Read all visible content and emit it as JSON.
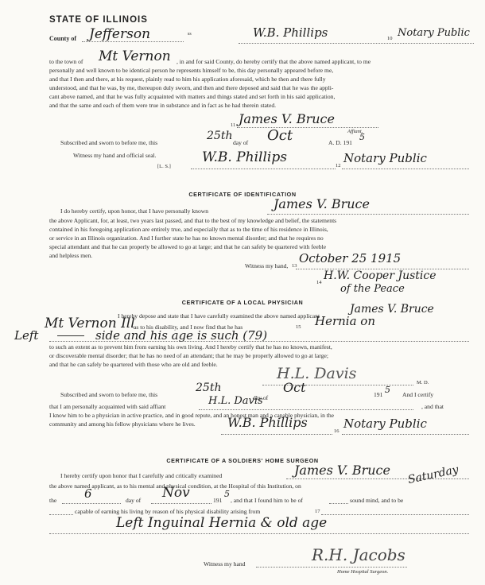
{
  "header": {
    "state": "STATE OF ILLINOIS",
    "county_label": "County of",
    "county_hw": "Jefferson",
    "ss": "ss",
    "notary_name_hw": "W.B. Phillips",
    "num10": "10",
    "notary_title_hw": "Notary Public"
  },
  "affidavit": {
    "line1_pre": "to the town of",
    "town_hw": "Mt Vernon",
    "line1_post": ", in and for said County, do hereby certify that the above named applicant, to me",
    "line2": "personally and well known to be identical person he represents himself to be, this day personally appeared before me,",
    "line3": "and that I then and there, at his request, plainly read to him his application aforesaid, which he then and there fully",
    "line4": "understood, and that he was, by me, thereupon duly sworn, and then and there deposed and said that he was the appli-",
    "line5": "cant above named, and that he was fully acquainted with matters and things stated and set forth in his said application,",
    "line6": "and that the same and each of them were true in substance and in fact as he had therein stated.",
    "num11": "11",
    "affiant_hw": "James V. Bruce",
    "affiant_label": "Affiant.",
    "sworn_pre": "Subscribed and sworn to before me, this",
    "day_hw": "25th",
    "day_of": "day of",
    "month_hw": "Oct",
    "ad": "A. D. 191",
    "year_hw": "5",
    "witness": "Witness my hand and official seal.",
    "ls": "[L. S.]",
    "notary_hw": "W.B. Phillips",
    "num12": "12",
    "title_hw": "Notary Public"
  },
  "identification": {
    "heading": "CERTIFICATE OF IDENTIFICATION",
    "line1_pre": "I do hereby certify, upon honor, that I have personally known",
    "name_hw": "James V. Bruce",
    "line2": "the above Applicant, for, at least, two years last passed, and that to the best of my knowledge and belief, the statements",
    "line3": "contained in his foregoing application are entirely true, and especially that as to the time of his residence in Illinois,",
    "line4": "or service in an Illinois organization. And I further state he has no known mental disorder; and that he requires no",
    "line5": "special attendant and that he can properly be allowed to go at large; and that he can safely be quartered with feeble",
    "line6": "and helpless men.",
    "witness": "Witness my hand,",
    "num13": "13",
    "date_hw": "October 25 1915",
    "num14": "14",
    "signer_hw": "H.W. Cooper Justice",
    "signer_hw2": "of the Peace"
  },
  "physician": {
    "heading": "CERTIFICATE OF A LOCAL PHYSICIAN",
    "line1": "I hereby depose and state that I have carefully examined the above named applicant",
    "applicant_hw": "James V. Bruce",
    "town_hw": "Mt Vernon Ill",
    "line2_mid": "as to his disability, and I now find that he has",
    "num15": "15",
    "hernia_hw": "Hernia on",
    "left_hw": "Left",
    "side_hw": "side and his age is such (79)",
    "line3": "to such an extent as to prevent him from earning his own living. And I hereby certify that he has no known, manifest,",
    "line4": "or discoverable mental disorder; that he has no need of an attendant; that he may be properly allowed to go at large;",
    "line5": "and that he can safely be quartered with those who are old and feeble.",
    "doctor_hw": "H.L. Davis",
    "md": "M. D.",
    "sworn_pre": "Subscribed and sworn to before me, this",
    "day_hw": "25th",
    "day_of": "day of",
    "month_hw": "Oct",
    "year": "191",
    "year_hw": "5",
    "certify": "And I certify",
    "acq_pre": "that I am personally acquainted with said affiant",
    "affiant_hw": "H.L. Davis",
    "acq_post": ", and that",
    "line7": "I know him to be a physician in active practice, and in good repute, and an honest man and a capable physician, in the",
    "line8": "community and among his fellow physicians where he lives.",
    "notary_hw": "W.B. Phillips",
    "num16": "16",
    "title_hw": "Notary Public"
  },
  "surgeon": {
    "heading": "CERTIFICATE OF A SOLDIERS' HOME SURGEON",
    "line1": "I hereby certify upon honor that I carefully and critically examined",
    "name_hw": "James V. Bruce",
    "line2": "the above named applicant, as to his mental and physical condition, at the Hospital of this Institution, on",
    "weekday_hw": "Saturday",
    "line3_pre": "the",
    "day_hw": "6",
    "day_of": "day of",
    "month_hw": "Nov",
    "year": "191",
    "year_hw": "5",
    "line3_post": ", and that I found him to be of",
    "sound": "sound mind, and to be",
    "line4": "capable of earning his living by reason of his physical disability arising from",
    "num17": "17",
    "cause_hw": "Left Inguinal Hernia & old age",
    "witness": "Witness my hand",
    "surgeon_hw": "R.H. Jacobs",
    "surgeon_label": "Home Hospital Surgeon."
  }
}
